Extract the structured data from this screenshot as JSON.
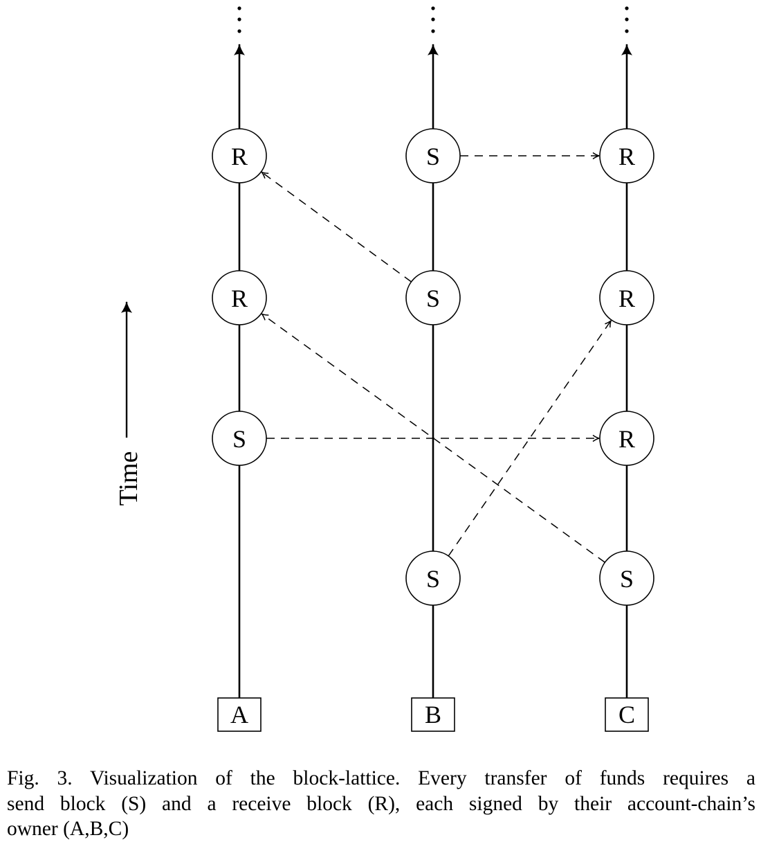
{
  "diagram": {
    "time_label": "Time",
    "continuation_glyph": "⋮",
    "chains": [
      {
        "owner": "A",
        "blocks": [
          {
            "row": 3,
            "label": "R"
          },
          {
            "row": 2,
            "label": "R"
          },
          {
            "row": 1,
            "label": "S"
          }
        ]
      },
      {
        "owner": "B",
        "blocks": [
          {
            "row": 3,
            "label": "S"
          },
          {
            "row": 2,
            "label": "S"
          },
          {
            "row": 0,
            "label": "S"
          }
        ]
      },
      {
        "owner": "C",
        "blocks": [
          {
            "row": 3,
            "label": "R"
          },
          {
            "row": 2,
            "label": "R"
          },
          {
            "row": 1,
            "label": "R"
          },
          {
            "row": 0,
            "label": "S"
          }
        ]
      }
    ],
    "transfers": [
      {
        "from": [
          "B",
          3
        ],
        "to": [
          "C",
          3
        ]
      },
      {
        "from": [
          "B",
          2
        ],
        "to": [
          "A",
          3
        ]
      },
      {
        "from": [
          "A",
          1
        ],
        "to": [
          "C",
          1
        ]
      },
      {
        "from": [
          "B",
          0
        ],
        "to": [
          "C",
          2
        ]
      },
      {
        "from": [
          "C",
          0
        ],
        "to": [
          "A",
          2
        ]
      }
    ]
  },
  "caption": {
    "lines": [
      "Fig. 3.  Visualization of the block-lattice. Every transfer of funds requires a",
      "send block (S) and a receive block (R), each signed by their account-chain’s",
      "owner (A,B,C)"
    ]
  }
}
